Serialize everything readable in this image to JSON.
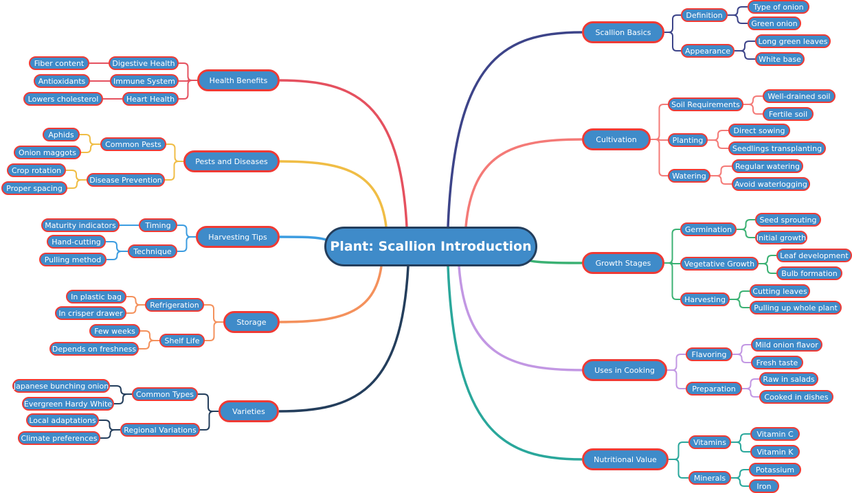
{
  "title": "Plant: Scallion Introduction",
  "branches": [
    {
      "label": "Scallion Basics",
      "side": "right",
      "color": "#3d4489",
      "children": [
        {
          "label": "Definition",
          "children": [
            {
              "label": "Type of onion"
            },
            {
              "label": "Green onion"
            }
          ]
        },
        {
          "label": "Appearance",
          "children": [
            {
              "label": "Long green leaves"
            },
            {
              "label": "White base"
            }
          ]
        }
      ]
    },
    {
      "label": "Cultivation",
      "side": "right",
      "color": "#f47a77",
      "children": [
        {
          "label": "Soil Requirements",
          "children": [
            {
              "label": "Well-drained soil"
            },
            {
              "label": "Fertile soil"
            }
          ]
        },
        {
          "label": "Planting",
          "children": [
            {
              "label": "Direct sowing"
            },
            {
              "label": "Seedlings transplanting"
            }
          ]
        },
        {
          "label": "Watering",
          "children": [
            {
              "label": "Regular watering"
            },
            {
              "label": "Avoid waterlogging"
            }
          ]
        }
      ]
    },
    {
      "label": "Growth Stages",
      "side": "right",
      "color": "#3bb173",
      "children": [
        {
          "label": "Germination",
          "children": [
            {
              "label": "Seed sprouting"
            },
            {
              "label": "Initial growth"
            }
          ]
        },
        {
          "label": "Vegetative Growth",
          "children": [
            {
              "label": "Leaf development"
            },
            {
              "label": "Bulb formation"
            }
          ]
        },
        {
          "label": "Harvesting",
          "children": [
            {
              "label": "Cutting leaves"
            },
            {
              "label": "Pulling up whole plant"
            }
          ]
        }
      ]
    },
    {
      "label": "Uses in Cooking",
      "side": "right",
      "color": "#c297e3",
      "children": [
        {
          "label": "Flavoring",
          "children": [
            {
              "label": "Mild onion flavor"
            },
            {
              "label": "Fresh taste"
            }
          ]
        },
        {
          "label": "Preparation",
          "children": [
            {
              "label": "Raw in salads"
            },
            {
              "label": "Cooked in dishes"
            }
          ]
        }
      ]
    },
    {
      "label": "Nutritional Value",
      "side": "right",
      "color": "#2aa79b",
      "children": [
        {
          "label": "Vitamins",
          "children": [
            {
              "label": "Vitamin C"
            },
            {
              "label": "Vitamin K"
            }
          ]
        },
        {
          "label": "Minerals",
          "children": [
            {
              "label": "Potassium"
            },
            {
              "label": "Iron"
            }
          ]
        }
      ]
    },
    {
      "label": "Health Benefits",
      "side": "left",
      "color": "#e5515f",
      "children": [
        {
          "label": "Digestive Health",
          "children": [
            {
              "label": "Fiber content"
            }
          ]
        },
        {
          "label": "Immune System",
          "children": [
            {
              "label": "Antioxidants"
            }
          ]
        },
        {
          "label": "Heart Health",
          "children": [
            {
              "label": "Lowers cholesterol"
            }
          ]
        }
      ]
    },
    {
      "label": "Pests and Diseases",
      "side": "left",
      "color": "#f0bd45",
      "children": [
        {
          "label": "Common Pests",
          "children": [
            {
              "label": "Aphids"
            },
            {
              "label": "Onion maggots"
            }
          ]
        },
        {
          "label": "Disease Prevention",
          "children": [
            {
              "label": "Crop rotation"
            },
            {
              "label": "Proper spacing"
            }
          ]
        }
      ]
    },
    {
      "label": "Harvesting Tips",
      "side": "left",
      "color": "#3c9ce0",
      "children": [
        {
          "label": "Timing",
          "children": [
            {
              "label": "Maturity indicators"
            }
          ]
        },
        {
          "label": "Technique",
          "children": [
            {
              "label": "Hand-cutting"
            },
            {
              "label": "Pulling method"
            }
          ]
        }
      ]
    },
    {
      "label": "Storage",
      "side": "left",
      "color": "#f4915c",
      "children": [
        {
          "label": "Refrigeration",
          "children": [
            {
              "label": "In plastic bag"
            },
            {
              "label": "In crisper drawer"
            }
          ]
        },
        {
          "label": "Shelf Life",
          "children": [
            {
              "label": "Few weeks"
            },
            {
              "label": "Depends on freshness"
            }
          ]
        }
      ]
    },
    {
      "label": "Varieties",
      "side": "left",
      "color": "#243e5c",
      "children": [
        {
          "label": "Common Types",
          "children": [
            {
              "label": "Japanese bunching onion"
            },
            {
              "label": "Evergreen Hardy White"
            }
          ]
        },
        {
          "label": "Regional Variations",
          "children": [
            {
              "label": "Local adaptations"
            },
            {
              "label": "Climate preferences"
            }
          ]
        }
      ]
    }
  ]
}
